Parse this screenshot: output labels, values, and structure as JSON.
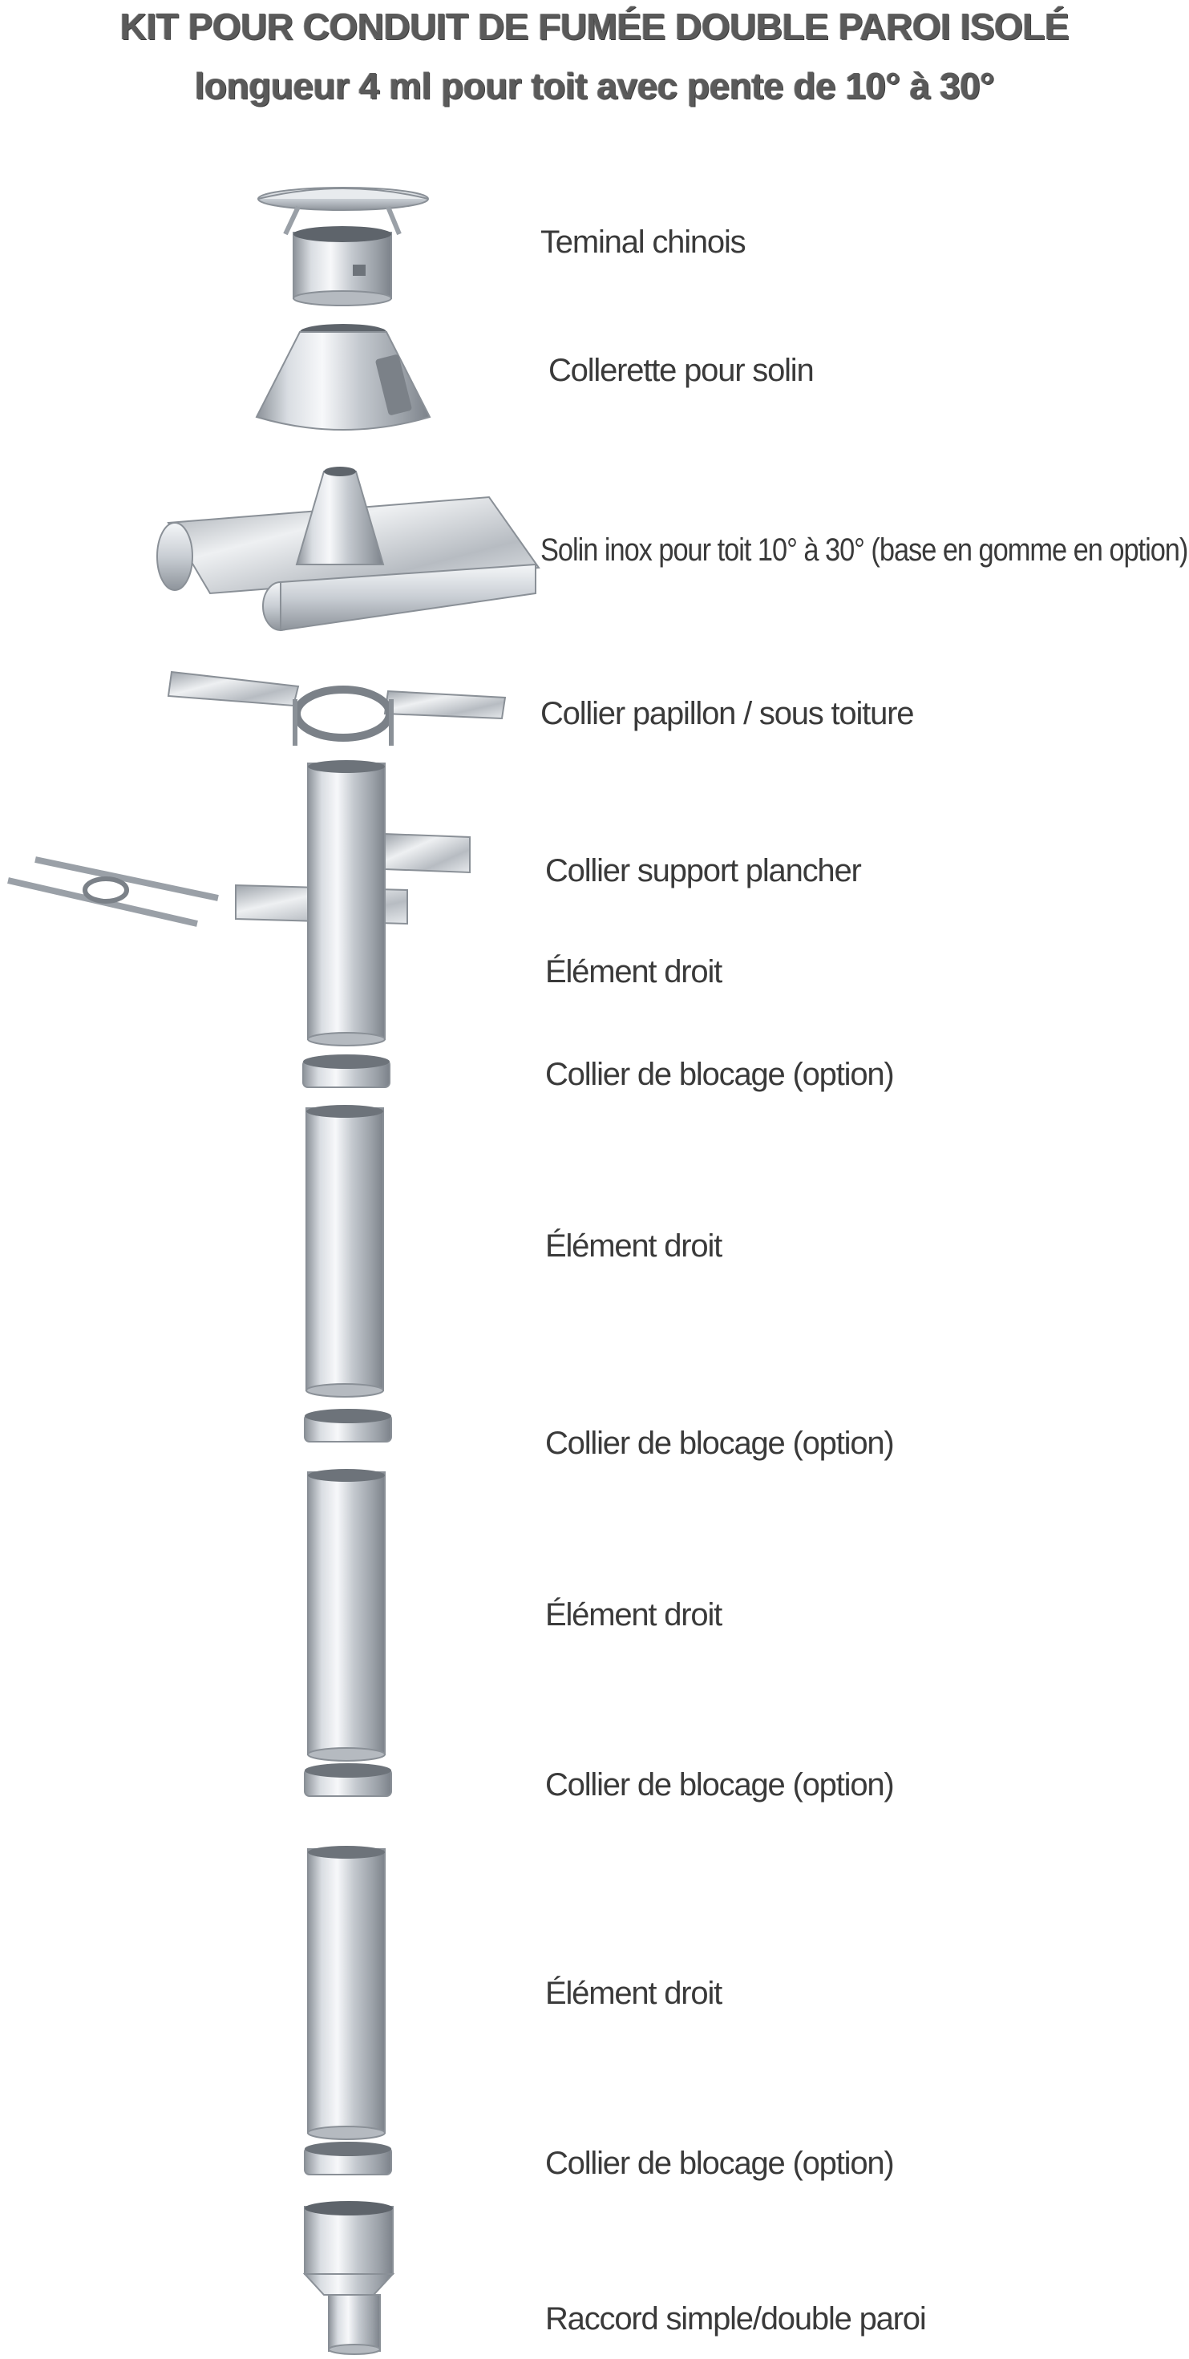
{
  "title": {
    "line1": "KIT POUR CONDUIT DE FUMÉE DOUBLE PAROI ISOLÉ",
    "line2": "longueur 4 ml pour toit avec pente de 10° à 30°"
  },
  "components": [
    {
      "label": "Teminal chinois"
    },
    {
      "label": "Collerette pour solin"
    },
    {
      "label": "Solin inox pour toit 10° à 30° (base en gomme en option)"
    },
    {
      "label": "Collier papillon / sous toiture"
    },
    {
      "label": "Collier support plancher"
    },
    {
      "label": "Élément droit"
    },
    {
      "label": "Collier de blocage (option)"
    },
    {
      "label": "Élément droit"
    },
    {
      "label": "Collier de blocage (option)"
    },
    {
      "label": "Élément droit"
    },
    {
      "label": "Collier de blocage (option)"
    },
    {
      "label": "Élément droit"
    },
    {
      "label": "Collier de blocage (option)"
    },
    {
      "label": "Raccord simple/double paroi"
    }
  ],
  "colors": {
    "title_text": "#5a5a5a",
    "label_text": "#3a3a3a",
    "steel_light": "#f2f4f6",
    "steel_dark": "#8c9299"
  }
}
